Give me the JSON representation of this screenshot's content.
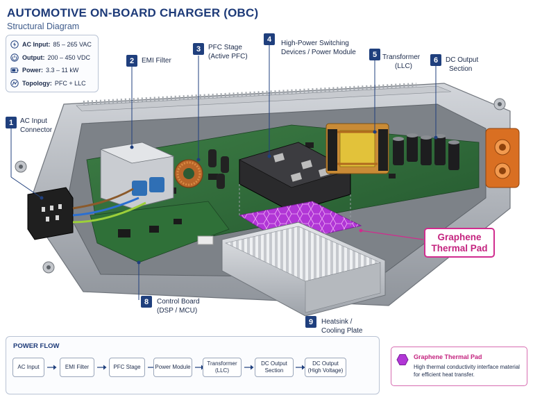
{
  "header": {
    "title": "AUTOMOTIVE ON-BOARD CHARGER (OBC)",
    "subtitle": "Structural Diagram"
  },
  "specs": [
    {
      "icon": "lightning-icon",
      "key": "AC Input:",
      "value": "85 – 265 VAC"
    },
    {
      "icon": "power-icon",
      "key": "Output:",
      "value": "200 – 450 VDC"
    },
    {
      "icon": "battery-icon",
      "key": "Power:",
      "value": "3.3 – 11 kW"
    },
    {
      "icon": "topology-icon",
      "key": "Topology:",
      "value": "PFC + LLC"
    }
  ],
  "callouts": [
    {
      "number": "1",
      "line1": "AC Input",
      "line2": "Connector"
    },
    {
      "number": "2",
      "line1": "EMI Filter",
      "line2": ""
    },
    {
      "number": "3",
      "line1": "PFC Stage",
      "line2": "(Active PFC)"
    },
    {
      "number": "4",
      "line1": "High-Power Switching",
      "line2": "Devices / Power Module"
    },
    {
      "number": "5",
      "line1": "Transformer",
      "line2": "(LLC)"
    },
    {
      "number": "6",
      "line1": "DC Output",
      "line2": "Section"
    },
    {
      "number": "8",
      "line1": "Control Board",
      "line2": "(DSP / MCU)"
    },
    {
      "number": "9",
      "line1": "Heatsink /",
      "line2": "Cooling Plate"
    }
  ],
  "graphene_callout": {
    "line1": "Graphene",
    "line2": "Thermal Pad"
  },
  "power_flow": {
    "title": "POWER FLOW",
    "steps": [
      {
        "line1": "AC Input",
        "line2": ""
      },
      {
        "line1": "EMI Filter",
        "line2": ""
      },
      {
        "line1": "PFC Stage",
        "line2": ""
      },
      {
        "line1": "Power Module",
        "line2": ""
      },
      {
        "line1": "Transformer",
        "line2": "(LLC)"
      },
      {
        "line1": "DC Output",
        "line2": "Section"
      },
      {
        "line1": "DC Output",
        "line2": "(High Voltage)"
      }
    ]
  },
  "legend": {
    "title": "Graphene Thermal Pad",
    "description": "High thermal conductivity interface material for efficient heat transfer."
  },
  "colors": {
    "accent_navy": "#1f3f7d",
    "graphene_magenta": "#c4237f",
    "pcb_green": "#2e6b3a",
    "housing_silver": "#b8bcc2",
    "connector_orange": "#e07a2e"
  }
}
